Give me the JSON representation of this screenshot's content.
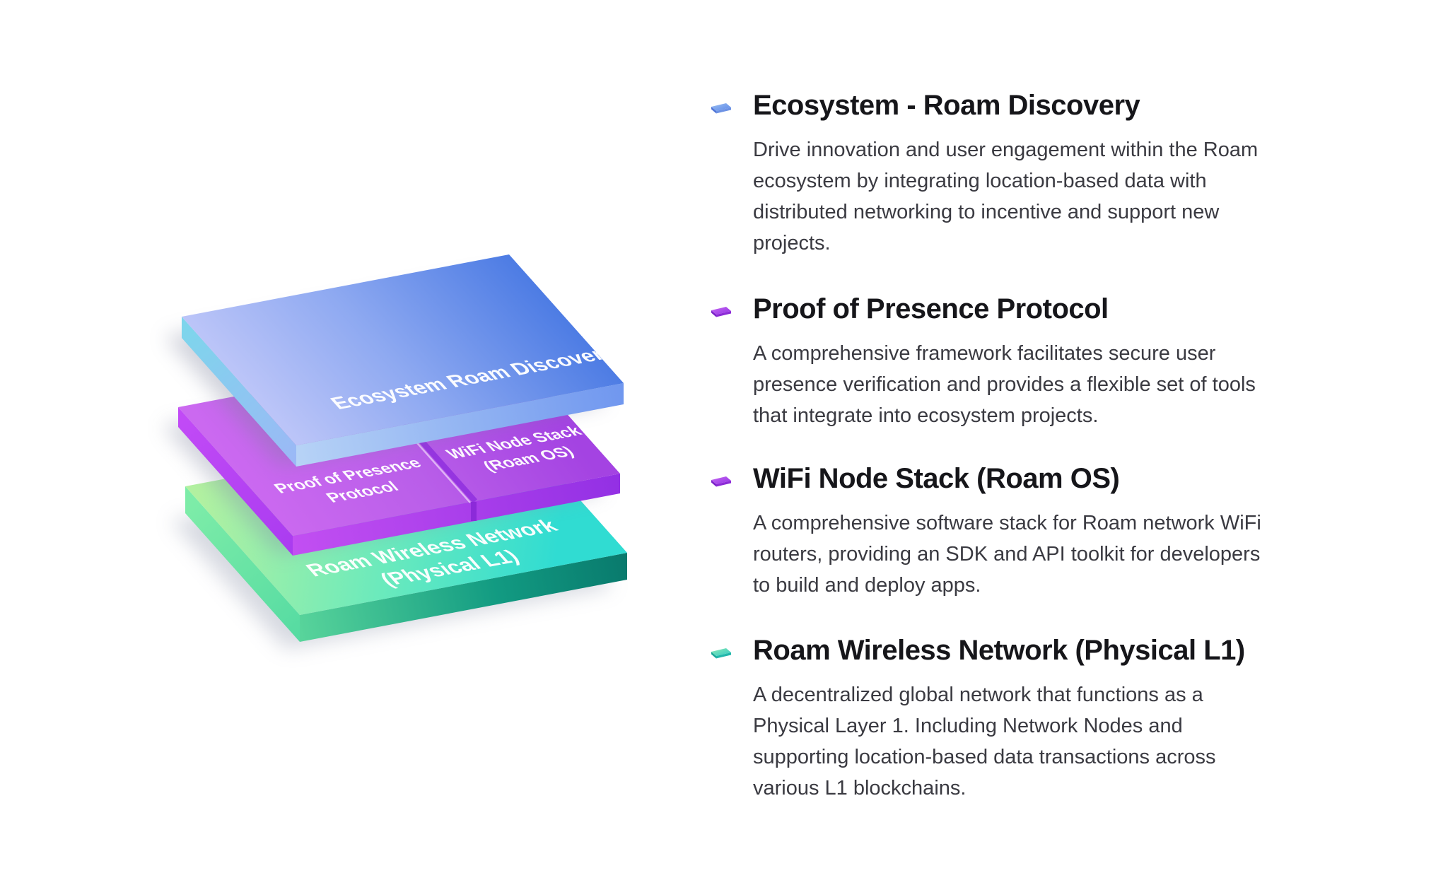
{
  "illustration": {
    "layers": [
      {
        "id": "ecosystem",
        "color": "#5b83e8",
        "label_lines": [
          "Ecosystem Roam Discovery"
        ]
      },
      {
        "id": "proof-of-presence",
        "color": "#b659e9",
        "label_lines": [
          "Proof of Presence",
          "Protocol"
        ]
      },
      {
        "id": "wifi-node-stack",
        "color": "#b659e9",
        "label_lines": [
          "WiFi Node Stack",
          "(Roam OS)"
        ]
      },
      {
        "id": "wireless-network",
        "color": "#35d9c8",
        "label_lines": [
          "Roam Wireless Network",
          "(Physical L1)"
        ]
      }
    ]
  },
  "sections": [
    {
      "title": "Ecosystem - Roam Discovery",
      "accent": "#5b87e5",
      "lines": [
        "Drive innovation and user engagement within the Roam",
        "ecosystem by integrating location-based data with",
        "distributed networking to incentive and support new",
        "projects."
      ]
    },
    {
      "title": "Proof of Presence Protocol",
      "accent": "#9d3df0",
      "lines": [
        "A comprehensive framework facilitates secure user",
        "presence verification and provides a flexible set of tools",
        "that integrate into ecosystem projects."
      ]
    },
    {
      "title": "WiFi Node Stack (Roam OS)",
      "accent": "#9d3df0",
      "lines": [
        "A comprehensive software stack for Roam network WiFi",
        "routers, providing an SDK and API toolkit for developers",
        "to build and deploy apps."
      ]
    },
    {
      "title": "Roam Wireless Network (Physical L1)",
      "accent": "#35d9c8",
      "lines": [
        "A decentralized global network that functions as a",
        "Physical Layer 1. Including Network Nodes and",
        "supporting location-based data transactions across",
        "various L1 blockchains."
      ]
    }
  ]
}
